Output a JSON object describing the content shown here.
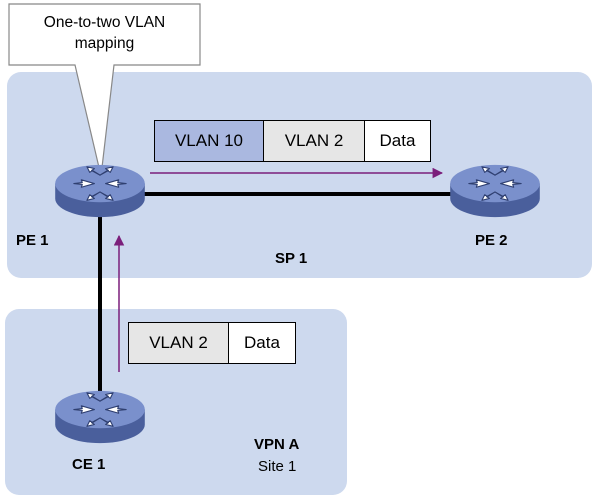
{
  "callout": {
    "line1": "One-to-two VLAN",
    "line2": "mapping"
  },
  "regions": {
    "sp": "SP 1",
    "vpn_name": "VPN A",
    "vpn_site": "Site 1"
  },
  "devices": {
    "pe1": "PE 1",
    "pe2": "PE 2",
    "ce1": "CE 1"
  },
  "packets": {
    "top": {
      "outer_vlan": "VLAN 10",
      "inner_vlan": "VLAN 2",
      "payload": "Data"
    },
    "bottom": {
      "vlan": "VLAN 2",
      "payload": "Data"
    }
  },
  "colors": {
    "region": "#cdd9ee",
    "router": "#6f86c4",
    "outer_vlan": "#aab8e0",
    "inner_vlan": "#e6e6e6",
    "arrow": "#7b1f7b"
  }
}
